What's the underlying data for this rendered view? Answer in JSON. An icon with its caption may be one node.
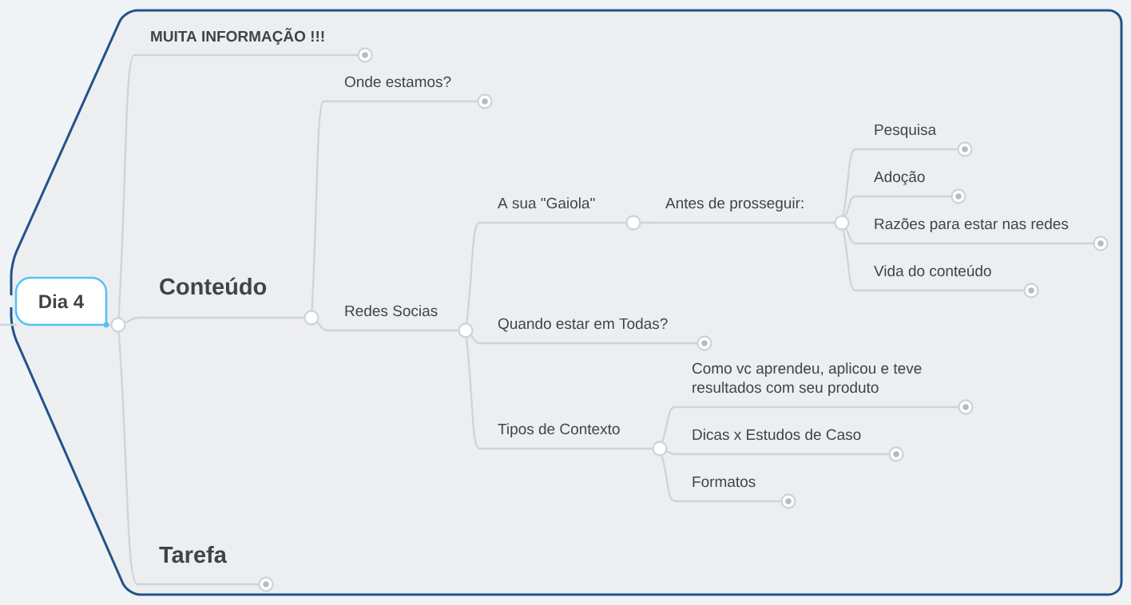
{
  "diagram": {
    "nodes": [
      {
        "text": [],
        "shape": "hexagon"
      },
      {
        "text": [
          "Dia 4"
        ],
        "in": 0
      },
      {
        "text": [
          "MUITA INFORMAÇÃO !!!"
        ],
        "in": 0
      },
      {
        "text": [
          "Conteúdo"
        ],
        "in": 0
      },
      {
        "text": [
          "Onde estamos?"
        ],
        "in": 0
      },
      {
        "text": [
          "Redes Socias"
        ],
        "in": 0
      },
      {
        "text": [
          "A sua \"Gaiola\""
        ],
        "in": 0
      },
      {
        "text": [
          "Antes de prosseguir:"
        ],
        "in": 0
      },
      {
        "text": [
          "Pesquisa"
        ],
        "in": 0
      },
      {
        "text": [
          "Adoção"
        ],
        "in": 0
      },
      {
        "text": [
          "Razões para estar nas redes"
        ],
        "in": 0
      },
      {
        "text": [
          "Vida do conteúdo"
        ],
        "in": 0
      },
      {
        "text": [
          "Quando estar em Todas?"
        ],
        "in": 0
      },
      {
        "text": [
          "Tipos de Contexto"
        ],
        "in": 0
      },
      {
        "text": [
          "Como vc aprendeu, aplicou e teve resultados com seu produto"
        ],
        "in": 0
      },
      {
        "text": [
          "Dicas x Estudos de Caso"
        ],
        "in": 0
      },
      {
        "text": [
          "Formatos"
        ],
        "in": 0
      },
      {
        "text": [
          "Tarefa"
        ],
        "in": 0
      }
    ],
    "edges": [
      {
        "from": null,
        "to": 1,
        "arrow": "none"
      },
      {
        "from": 1,
        "to": 2,
        "arrow": "none"
      },
      {
        "from": 1,
        "to": 3,
        "arrow": "none"
      },
      {
        "from": 1,
        "to": 17,
        "arrow": "none"
      },
      {
        "from": 3,
        "to": 4,
        "arrow": "none"
      },
      {
        "from": 3,
        "to": 5,
        "arrow": "none"
      },
      {
        "from": 5,
        "to": 6,
        "arrow": "none"
      },
      {
        "from": 6,
        "to": 7,
        "arrow": "none"
      },
      {
        "from": 7,
        "to": 8,
        "arrow": "none"
      },
      {
        "from": 7,
        "to": 9,
        "arrow": "none"
      },
      {
        "from": 7,
        "to": 10,
        "arrow": "none"
      },
      {
        "from": 7,
        "to": 11,
        "arrow": "none"
      },
      {
        "from": 5,
        "to": 12,
        "arrow": "none"
      },
      {
        "from": 5,
        "to": 13,
        "arrow": "none"
      },
      {
        "from": 13,
        "to": 14,
        "arrow": "none"
      },
      {
        "from": 13,
        "to": 15,
        "arrow": "none"
      },
      {
        "from": 13,
        "to": 16,
        "arrow": "none"
      }
    ]
  }
}
